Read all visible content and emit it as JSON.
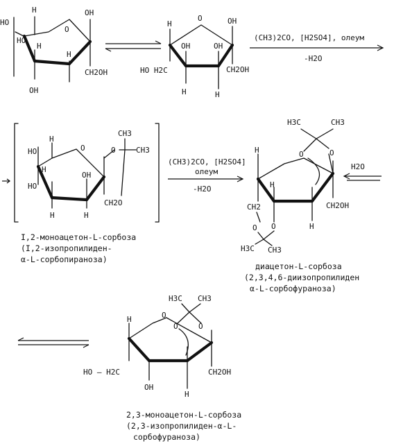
{
  "colors": {
    "ink": "#111111",
    "background": "#ffffff"
  },
  "pyranose_open": {
    "ho_top": "HO",
    "ho_mid": "HO",
    "h1": "H",
    "h2": "H",
    "oh_bottom": "OH",
    "h_bottom": "H",
    "o_ring": "O",
    "oh_anomeric": "OH",
    "ch2oh": "CH2OH"
  },
  "furanose_open": {
    "h_top": "H",
    "o_ring": "O",
    "oh_anomeric": "OH",
    "ho_ch2": "HO H2C",
    "oh_c3": "OH",
    "h_c3": "H",
    "ch2oh": "CH2OH",
    "oh_c4": "OH",
    "h_c4": "H"
  },
  "reaction_1": {
    "reagents": "(CH3)2CO, [H2SO4], олеум",
    "byproduct": "-H2O"
  },
  "reaction_2": {
    "reagents": "(CH3)2CO, [H2SO4]",
    "catalyst": "олеум",
    "byproduct": "-H2O"
  },
  "reaction_3": {
    "reagent": "H2O"
  },
  "mono_pyranose": {
    "ho": "HO",
    "h1": "H",
    "h2": "H",
    "ho2": "HO",
    "h3": "H",
    "h4": "H",
    "oh": "OH",
    "o_ring": "O",
    "o_acetal": "O",
    "ch3_top": "CH3",
    "ch3_side": "CH3",
    "ch2o": "CH2O"
  },
  "diacetone": {
    "h3c": "H3C",
    "ch3": "CH3",
    "o1": "O",
    "o2": "O",
    "h_top": "H",
    "h_c3": "H",
    "ch2": "CH2",
    "o3": "O",
    "o4": "O",
    "h_bottom": "H",
    "ch2oh": "CH2OH",
    "h3c_bottom": "H3C",
    "ch3_bottom": "CH3"
  },
  "mono_furanose": {
    "h3c": "H3C",
    "ch3": "CH3",
    "h_top": "H",
    "o_ring": "O",
    "o1": "O",
    "o2": "O",
    "ho_h2c": "HO – H2C",
    "ch2oh": "CH2OH",
    "oh": "OH",
    "h": "H"
  },
  "captions": {
    "mono_pyranose": [
      "I,2-моноацетон-L-сорбоза",
      "(I,2-изопропилиден-",
      "α-L-сорбопираноза)"
    ],
    "diacetone": [
      "диацетон-L-сорбоза",
      "(2,3,4,6-диизопропилиден",
      "α-L-сорбофураноза)"
    ],
    "mono_furanose": [
      "2,3-моноацетон-L-сорбоза",
      "(2,3-изопропилиден-α-L-",
      "сорбофураноза)"
    ]
  }
}
